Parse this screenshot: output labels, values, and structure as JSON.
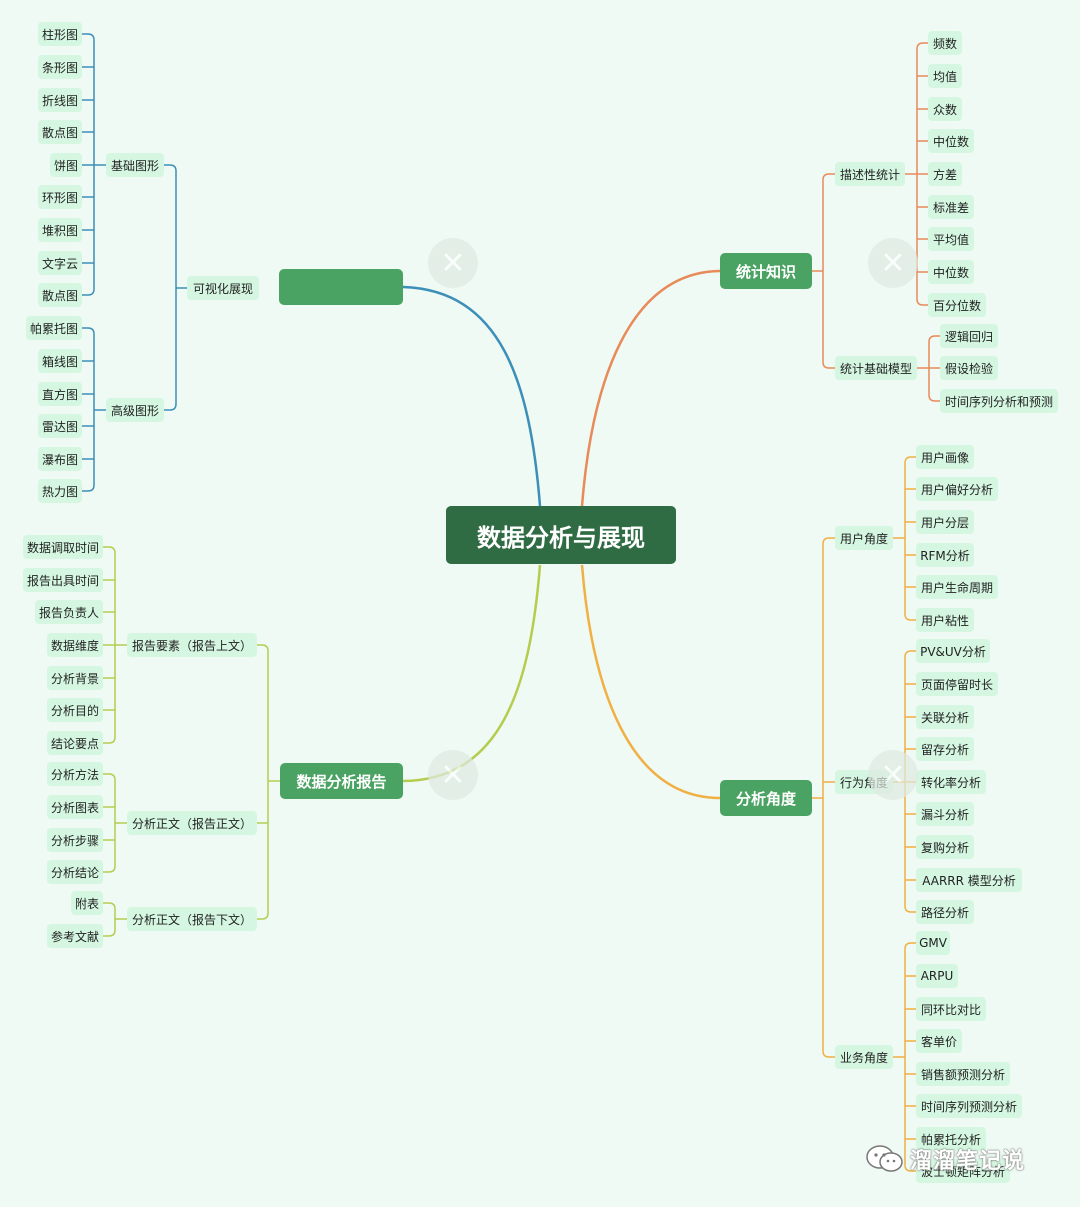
{
  "center": "数据分析与展现",
  "branches": {
    "viz": {
      "title": "",
      "color": "#3b8fb8",
      "sub": {
        "label": "可视化展现",
        "groups": [
          {
            "label": "基础图形",
            "items": [
              "柱形图",
              "条形图",
              "折线图",
              "散点图",
              "饼图",
              "环形图",
              "堆积图",
              "文字云",
              "散点图"
            ]
          },
          {
            "label": "高级图形",
            "items": [
              "帕累托图",
              "箱线图",
              "直方图",
              "雷达图",
              "瀑布图",
              "热力图"
            ]
          }
        ]
      }
    },
    "report": {
      "title": "数据分析报告",
      "color": "#b5cc4f",
      "groups": [
        {
          "label": "报告要素（报告上文）",
          "items": [
            "数据调取时间",
            "报告出具时间",
            "报告负责人",
            "数据维度",
            "分析背景",
            "分析目的",
            "结论要点"
          ]
        },
        {
          "label": "分析正文（报告正文）",
          "items": [
            "分析方法",
            "分析图表",
            "分析步骤",
            "分析结论"
          ]
        },
        {
          "label": "分析正文（报告下文）",
          "items": [
            "附表",
            "参考文献"
          ]
        }
      ]
    },
    "stats": {
      "title": "统计知识",
      "color": "#e88a5a",
      "groups": [
        {
          "label": "描述性统计",
          "items": [
            "频数",
            "均值",
            "众数",
            "中位数",
            "方差",
            "标准差",
            "平均值",
            "中位数",
            "百分位数"
          ]
        },
        {
          "label": "统计基础模型",
          "items": [
            "逻辑回归",
            "假设检验",
            "时间序列分析和预测"
          ]
        }
      ]
    },
    "angle": {
      "title": "分析角度",
      "color": "#f0b045",
      "groups": [
        {
          "label": "用户角度",
          "items": [
            "用户画像",
            "用户偏好分析",
            "用户分层",
            "RFM分析",
            "用户生命周期",
            "用户粘性"
          ]
        },
        {
          "label": "行为角度",
          "items": [
            "PV&UV分析",
            "页面停留时长",
            "关联分析",
            "留存分析",
            "转化率分析",
            "漏斗分析",
            "复购分析",
            "AARRR 模型分析",
            "路径分析"
          ]
        },
        {
          "label": "业务角度",
          "items": [
            "GMV",
            "ARPU",
            "同环比对比",
            "客单价",
            "销售额预测分析",
            "时间序列预测分析",
            "帕累托分析",
            "波士顿矩阵分析"
          ]
        }
      ]
    }
  },
  "watermark": {
    "brand": "溜溜笔记说",
    "icon": "wechat-icon"
  }
}
